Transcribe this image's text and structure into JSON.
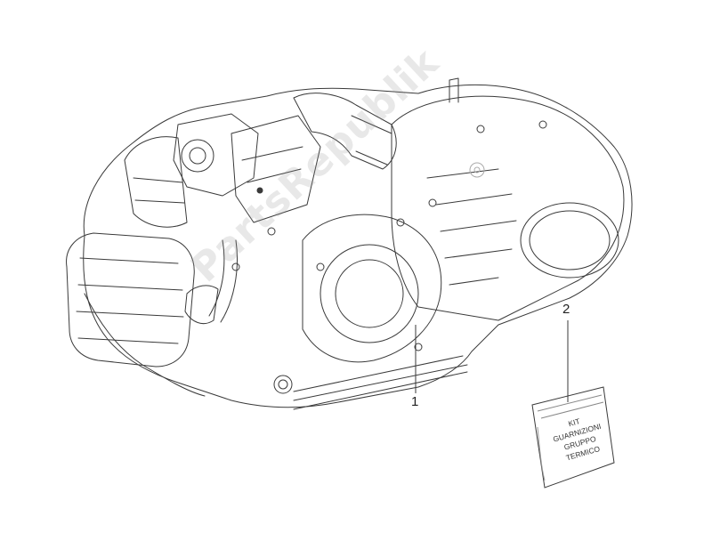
{
  "diagram": {
    "parts": [
      {
        "callout": "1",
        "label": "engine-assembly"
      },
      {
        "callout": "2",
        "label": "gasket-kit"
      }
    ],
    "kit_label_lines": [
      "KIT",
      "GUARNIZIONI",
      "GRUPPO",
      "TERMICO"
    ],
    "watermark": "PartsRepublik"
  },
  "colors": {
    "line": "#3a3a3a",
    "background": "#ffffff",
    "watermark": "#9a9a9a"
  }
}
